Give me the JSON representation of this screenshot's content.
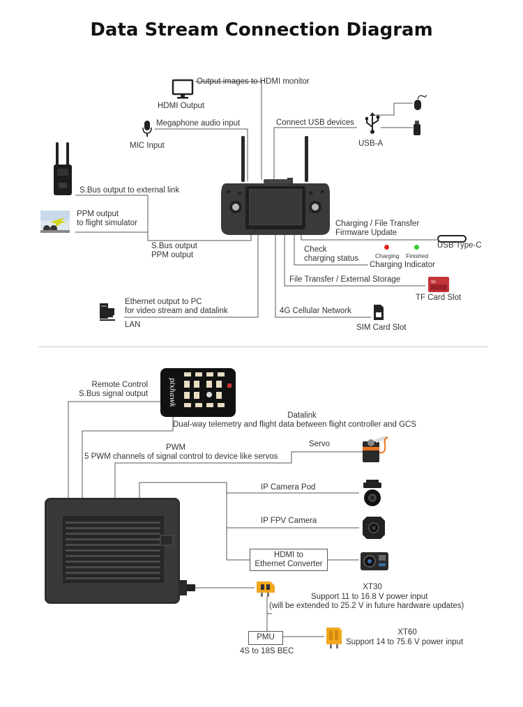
{
  "title": "Data Stream Connection Diagram",
  "top": {
    "hdmi_desc": "Output images to HDMI monitor",
    "hdmi_name": "HDMI Output",
    "mic_desc": "Megaphone audio input",
    "mic_name": "MIC Input",
    "usb_desc": "Connect USB devices",
    "usb_name": "USB-A",
    "sbus_ext": "S.Bus output to external link",
    "ppm_line1": "PPM output",
    "ppm_line2": "to flight simulator",
    "sbus_ppm_line1": "S.Bus output",
    "sbus_ppm_line2": "PPM output",
    "charging_line1": "Charging / File Transfer",
    "charging_line2": "Firmware Update",
    "usbc_name": "USB Type-C",
    "check_line1": "Check",
    "check_line2": "charging status",
    "led_charging": "Charging",
    "led_finished": "Finished",
    "indicator_name": "Charging Indicator",
    "tf_desc": "File Transfer / External Storage",
    "tf_name": "TF Card Slot",
    "eth_line1": "Ethernet output to PC",
    "eth_line2": "for video stream and datalink",
    "lan_name": "LAN",
    "cell_desc": "4G Cellular Network",
    "sim_name": "SIM Card Slot"
  },
  "bottom": {
    "rc_line1": "Remote Control",
    "rc_line2": "S.Bus signal output",
    "fc_brand": "pixhawk",
    "datalink_title": "Datalink",
    "datalink_desc": "Dual-way telemetry and flight data between flight controller and GCS",
    "pwm_title": "PWM",
    "pwm_desc": "5 PWM channels of signal control to device like servos",
    "servo": "Servo",
    "ip_pod": "IP Camera Pod",
    "ip_fpv": "IP FPV Camera",
    "hdmi_conv_line1": "HDMI to",
    "hdmi_conv_line2": "Ethernet Converter",
    "xt30_title": "XT30",
    "xt30_line1": "Support 11 to 16.8 V power input",
    "xt30_line2": "(will be extended to 25.2 V in future hardware updates)",
    "pmu": "PMU",
    "pmu_desc": "4S to 18S BEC",
    "xt60_title": "XT60",
    "xt60_desc": "Support 14 to 75.6 V power input"
  },
  "colors": {
    "led_charging": "#e0261d",
    "led_finished": "#33cc33",
    "connector": "#f2a81d",
    "servo": "#e8741c",
    "sd_card": "#c4323a"
  }
}
